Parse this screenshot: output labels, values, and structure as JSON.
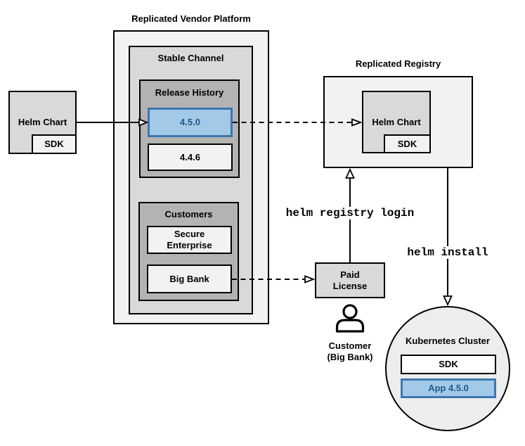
{
  "diagram": {
    "vendor_platform": {
      "title": "Replicated Vendor Platform",
      "stable_channel": {
        "title": "Stable Channel",
        "release_history": {
          "title": "Release History",
          "releases": [
            {
              "version": "4.5.0",
              "state": "highlighted"
            },
            {
              "version": "4.4.6",
              "state": "default"
            }
          ]
        },
        "customers": {
          "title": "Customers",
          "items": [
            {
              "name": "Secure Enterprise"
            },
            {
              "name": "Big Bank"
            }
          ]
        }
      }
    },
    "source_helm_chart": {
      "label": "Helm Chart",
      "sdk": "SDK"
    },
    "registry": {
      "title": "Replicated Registry",
      "helm_chart": "Helm Chart",
      "sdk": "SDK"
    },
    "paid_license": {
      "label": "Paid License"
    },
    "customer": {
      "name": "Customer",
      "detail": "(Big Bank)"
    },
    "commands": {
      "login": "helm registry login",
      "install": "helm install"
    },
    "kubernetes_cluster": {
      "title": "Kubernetes Cluster",
      "sdk": "SDK",
      "app": "App 4.5.0"
    },
    "colors": {
      "highlight_fill": "#a3c9e8",
      "highlight_border": "#3b77b0",
      "highlight_text": "#1c5a8a",
      "container_light": "#f2f2f2",
      "container_mid": "#d9d9d9",
      "container_dark": "#b3b3b3"
    }
  }
}
